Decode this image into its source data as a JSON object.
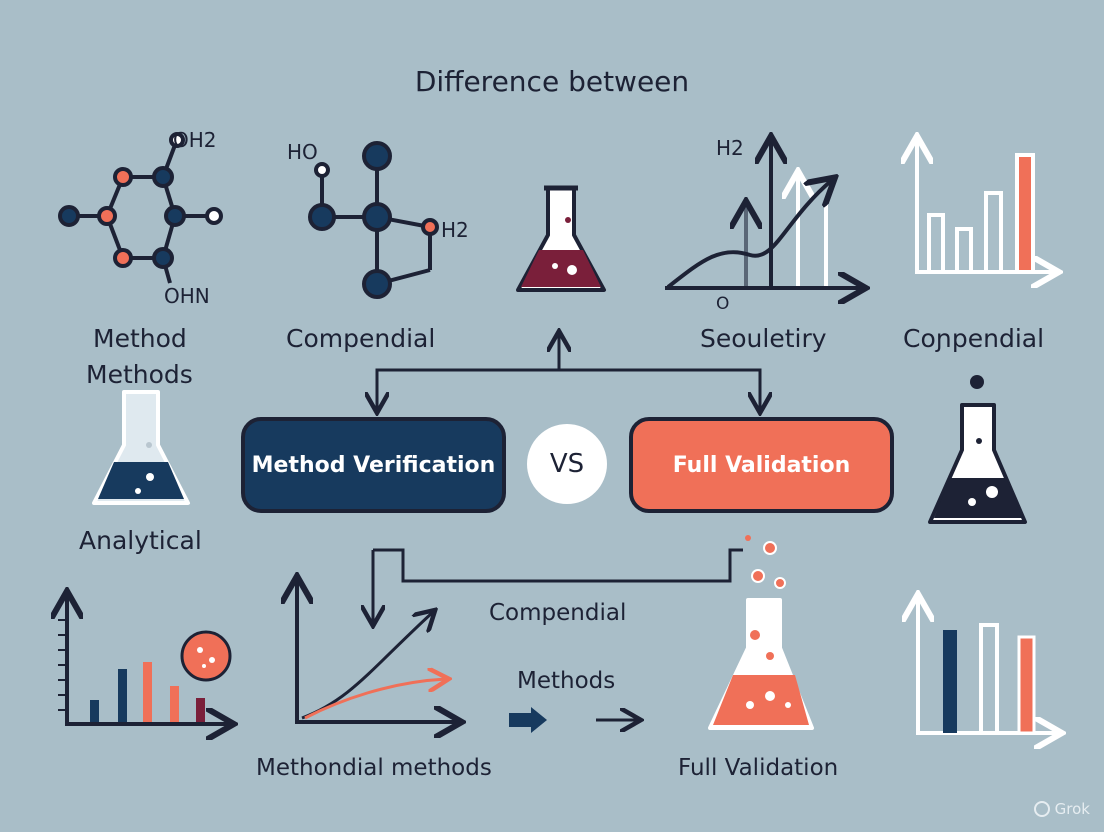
{
  "title": "Difference between",
  "center": {
    "left_box": "Method Verification",
    "vs": "VS",
    "right_box": "Full Validation"
  },
  "labels": {
    "method": "Method",
    "methods_top": "Methods",
    "compendial_top": "Compendial",
    "seouletiry": "Seouletiry",
    "compendial_right": "Coɲpendial",
    "analytical": "Analytical",
    "compendial_mid": "Compendial",
    "methods_bottom": "Methods",
    "methondial": "Methondial methods",
    "full_validation_bottom": "Full Validation"
  },
  "chem": {
    "oh2": "OH2",
    "ohn": "OHN",
    "ho": "HO",
    "h2_mol": "H2",
    "h2_chart": "H2",
    "zero": "O"
  },
  "watermark": "Grok",
  "colors": {
    "background": "#a9bec8",
    "navy": "#173a5e",
    "coral": "#f07058",
    "ink": "#1d2235",
    "maroon": "#7a1f3a"
  }
}
